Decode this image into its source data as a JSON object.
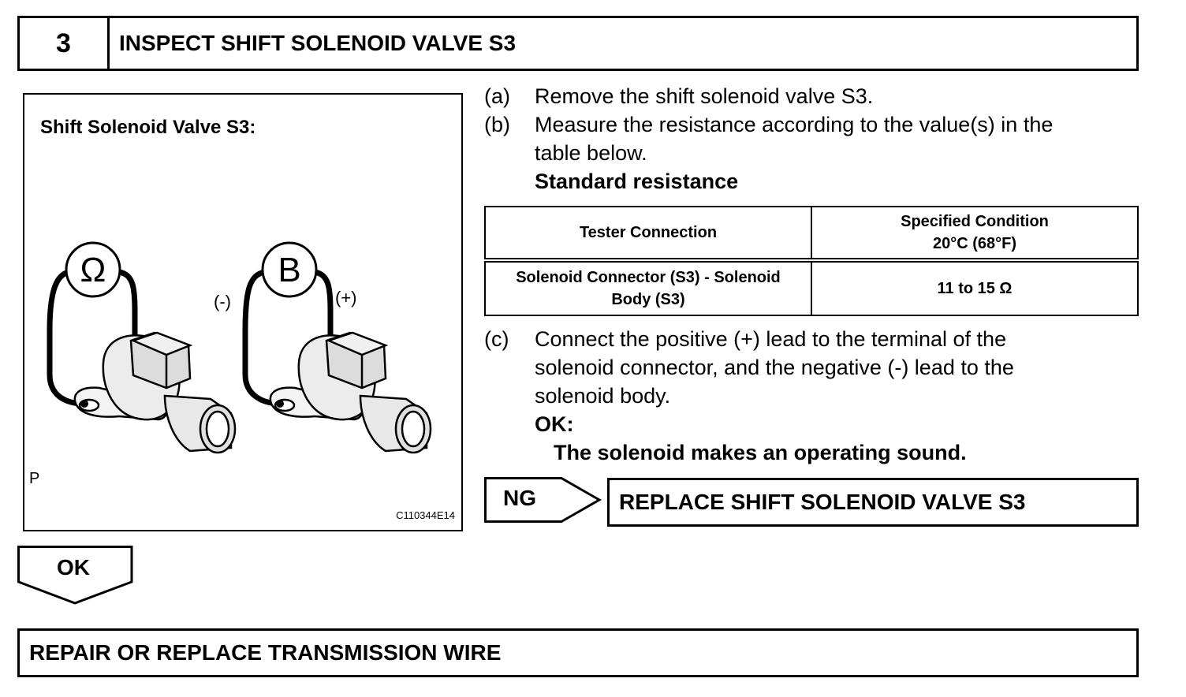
{
  "step": {
    "number": "3",
    "title": "INSPECT SHIFT SOLENOID VALVE S3"
  },
  "figure": {
    "caption": "Shift Solenoid Valve S3:",
    "meter_ohm_symbol": "Ω",
    "meter_battery_symbol": "B",
    "minus_label": "(-)",
    "plus_label": "(+)",
    "corner_label": "P",
    "code": "C110344E14"
  },
  "instructions": {
    "a": {
      "label": "(a)",
      "text": "Remove the shift solenoid valve S3."
    },
    "b": {
      "label": "(b)",
      "line1": "Measure the resistance according to the value(s) in the",
      "line2": "table below.",
      "heading": "Standard resistance"
    },
    "c": {
      "label": "(c)",
      "line1": "Connect the positive (+) lead to the terminal of the",
      "line2": "solenoid connector, and the negative (-) lead to the",
      "line3": "solenoid body.",
      "ok_label": "OK:",
      "ok_text": "The solenoid makes an operating sound."
    }
  },
  "table": {
    "headers": [
      "Tester Connection",
      "Specified Condition",
      "20°C (68°F)"
    ],
    "rows": [
      {
        "connection_line1": "Solenoid Connector (S3) - Solenoid",
        "connection_line2": "Body (S3)",
        "condition": "11 to 15 Ω"
      }
    ]
  },
  "ng": {
    "label": "NG",
    "action": "REPLACE SHIFT SOLENOID VALVE S3"
  },
  "ok": {
    "label": "OK",
    "action": "REPAIR OR REPLACE TRANSMISSION WIRE"
  }
}
